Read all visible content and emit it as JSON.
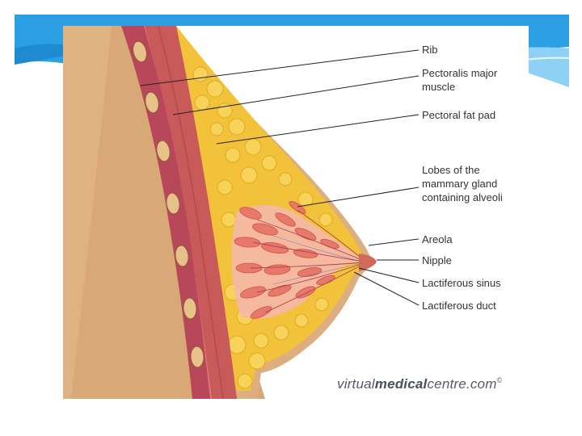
{
  "diagram": {
    "labels": {
      "rib": "Rib",
      "pectoralis": "Pectoralis major\nmuscle",
      "fat_pad": "Pectoral fat pad",
      "lobes": "Lobes of the\nmammary gland\ncontaining alveoli",
      "areola": "Areola",
      "nipple": "Nipple",
      "sinus": "Lactiferous sinus",
      "duct": "Lactiferous duct"
    },
    "watermark": {
      "part1": "virtual",
      "part2": "medical",
      "part3": "centre.com",
      "copyright": "©"
    }
  },
  "colors": {
    "banner": "#2a9fe2",
    "banner_light": "#8fd0f5",
    "skin": "#d8a878",
    "muscle": "#c95a5a",
    "fat": "#f2c33a",
    "gland": "#e8786a"
  }
}
